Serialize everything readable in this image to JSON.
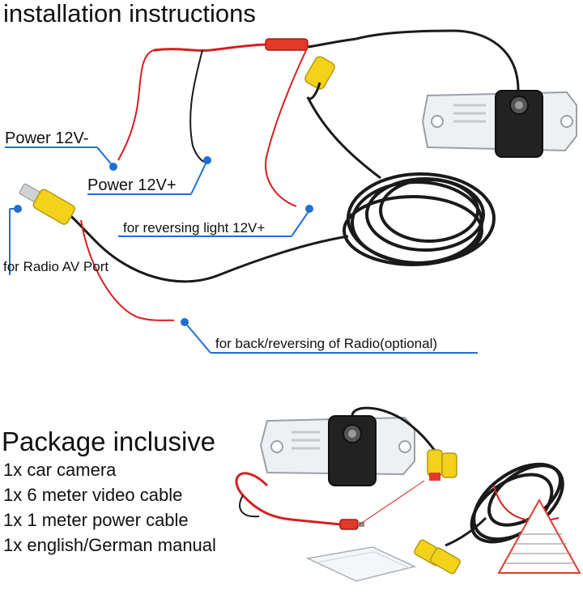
{
  "header": {
    "title": "installation instructions"
  },
  "labels": {
    "power_neg": "Power 12V-",
    "power_pos": "Power 12V+",
    "reversing_light": "for reversing light 12V+",
    "radio_av": "for Radio AV Port",
    "back_reversing": "for back/reversing of Radio(optional)"
  },
  "package": {
    "title": "Package inclusive",
    "items": [
      "1x car camera",
      "1x 6 meter video cable",
      "1x 1 meter power cable",
      "1x english/German manual"
    ]
  },
  "colors": {
    "callout_blue": "#1f6fd6",
    "wire_red": "#d42020",
    "wire_black": "#1a1a1a",
    "rca_yellow": "#f2d21b"
  }
}
